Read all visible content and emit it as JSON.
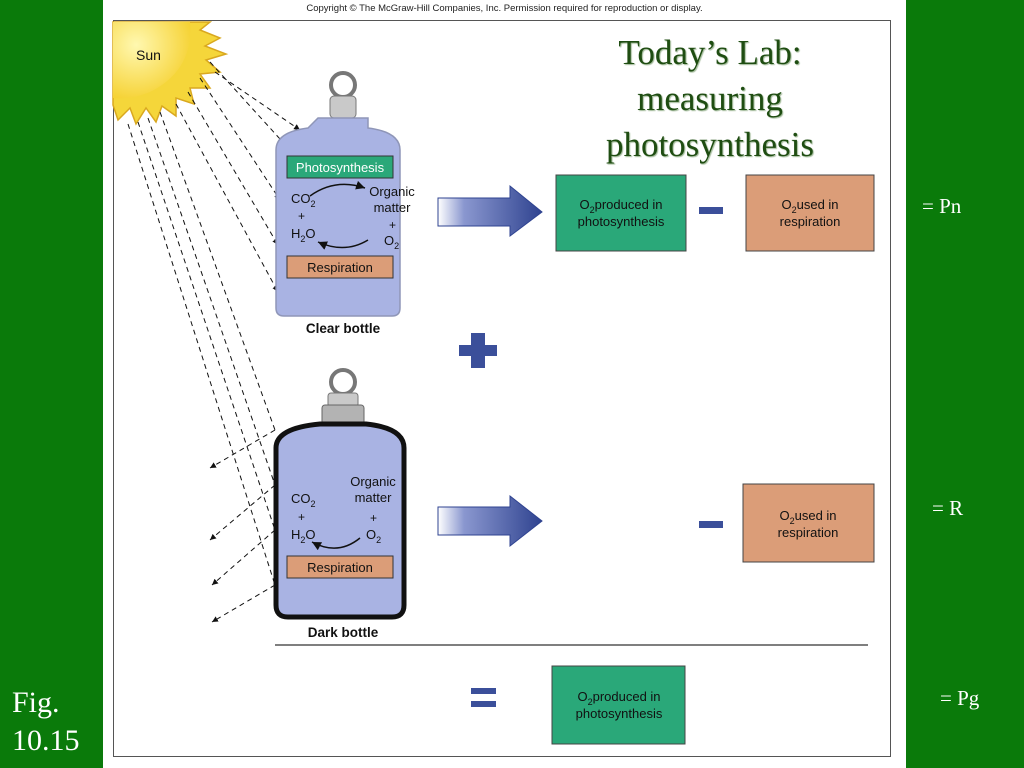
{
  "copyright": "Copyright © The McGraw-Hill Companies, Inc. Permission required for reproduction or display.",
  "title_lines": [
    "Today’s Lab:",
    "measuring",
    "photosynthesis"
  ],
  "sun_label": "Sun",
  "clear_bottle": {
    "photosynthesis_label": "Photosynthesis",
    "respiration_label": "Respiration",
    "organic_1": "Organic",
    "organic_2": "matter",
    "plus": "+",
    "caption": "Clear bottle"
  },
  "dark_bottle": {
    "respiration_label": "Respiration",
    "organic_1": "Organic",
    "organic_2": "matter",
    "plus": "+",
    "caption": "Dark bottle"
  },
  "boxes": {
    "o2_produced_line1": "produced in",
    "o2_produced_line2": "photosynthesis",
    "o2_used_line1": "used in",
    "o2_used_line2": "respiration"
  },
  "equations": {
    "pn": "= Pn",
    "r": "= R",
    "pg": "= Pg"
  },
  "fig_line1": "Fig.",
  "fig_line2": "10.15",
  "colors": {
    "background": "#0a7a0a",
    "green_box": "#2aa879",
    "tan_box": "#db9d78",
    "bottle": "#a9b3e3",
    "arrow": "#3b4f9a"
  }
}
